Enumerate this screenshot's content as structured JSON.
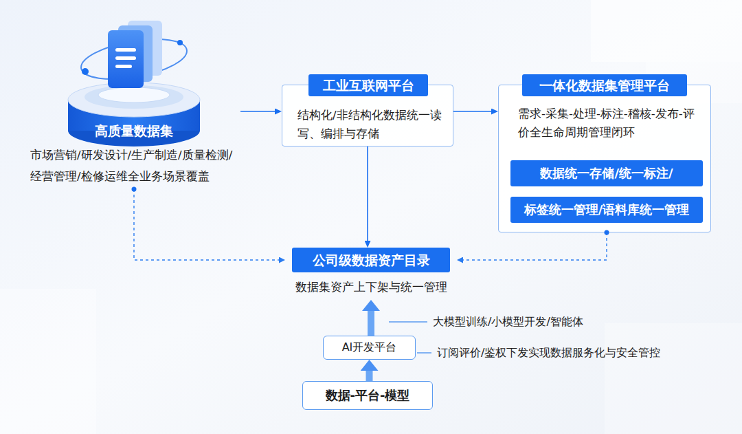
{
  "diagram": {
    "nodes": [
      {
        "text": [
          "高质量数据集",
          "市场营销/研发设计/生产制造/质量检测/经营管理/检修运维全业务场景覆盖"
        ]
      },
      {
        "text": [
          "工业互联网平台",
          "结构化/非结构化数据统一读写、编排与存储"
        ]
      },
      {
        "text": [
          "一体化数据集管理平台",
          "需求-采集-处理-标注-稽核-发布-评价全生命周期管理闭环"
        ]
      },
      {
        "text": [
          "数据统一存储/统一标注/"
        ],
        "in": 2
      },
      {
        "text": [
          "标签统一管理/语料库统一管理"
        ],
        "in": 2
      },
      {
        "text": [
          "公司级数据资产目录",
          "数据集资产上下架与统一管理"
        ]
      },
      {
        "text": [
          "AI开发平台"
        ]
      },
      {
        "text": [
          "数据-平台-模型"
        ]
      }
    ],
    "edges": [
      {
        "from": 0,
        "to": 1,
        "arrow": "to"
      },
      {
        "from": 1,
        "to": 2,
        "arrow": "to"
      },
      {
        "from": 1,
        "to": 5,
        "arrow": "to"
      },
      {
        "from": 0,
        "to": 5,
        "arrow": "to"
      },
      {
        "from": 2,
        "to": 5,
        "arrow": "to"
      },
      {
        "from": 7,
        "to": 6,
        "arrow": "to"
      },
      {
        "from": 6,
        "to": 5,
        "arrow": "to"
      }
    ],
    "labels": [
      "大模型训练/小模型开发/智能体",
      "订阅评价/鉴权下发实现数据服务化与安全管控"
    ]
  }
}
